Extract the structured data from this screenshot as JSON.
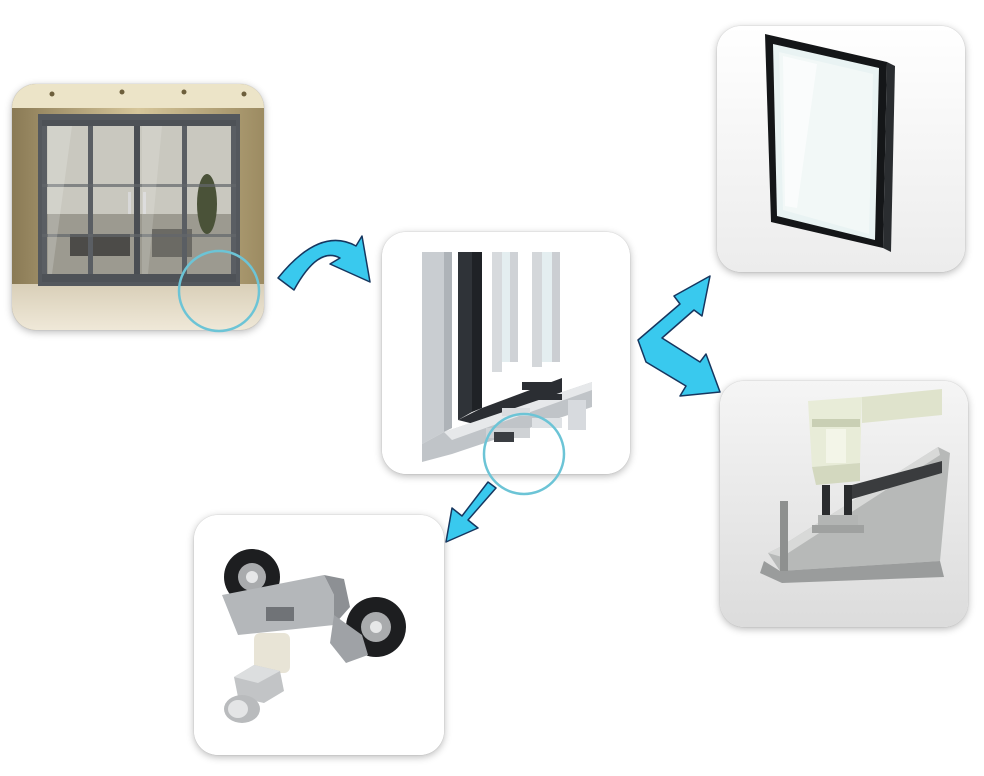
{
  "colors": {
    "arrow_fill": "#39c9ee",
    "arrow_stroke": "#16365f",
    "callout_circle": "#6cc4d6",
    "aluminum": "#c7cbcf",
    "dark_frame": "#2f3338",
    "glass_tint": "#e9f3f3",
    "profile_cream": "#e8ecd8"
  },
  "cards": [
    {
      "id": "door",
      "subject": "sliding-patio-door"
    },
    {
      "id": "frame",
      "subject": "sliding-window-frame-cross-section"
    },
    {
      "id": "glass",
      "subject": "insulated-glass-pane"
    },
    {
      "id": "profile",
      "subject": "aluminum-track-profile"
    },
    {
      "id": "roller",
      "subject": "sliding-door-roller"
    }
  ],
  "icons": [
    "curved-arrow-icon",
    "double-headed-arrow-icon",
    "down-arrow-icon",
    "callout-circle-icon"
  ]
}
